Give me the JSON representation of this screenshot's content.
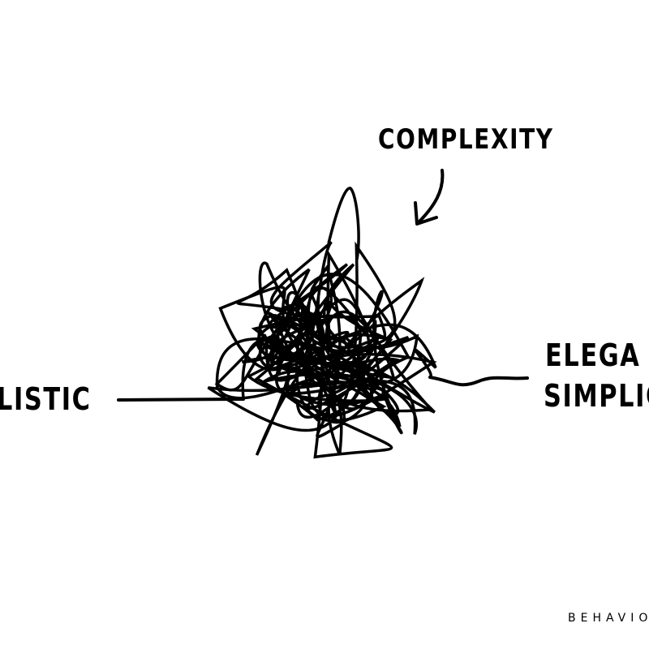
{
  "labels": {
    "top": "COMPLEXITY",
    "left": "LISTIC",
    "right_line1": "ELEGA",
    "right_line2": "SIMPLIC",
    "brand": "BEHAVIO"
  },
  "colors": {
    "ink": "#000000",
    "background": "#ffffff"
  }
}
